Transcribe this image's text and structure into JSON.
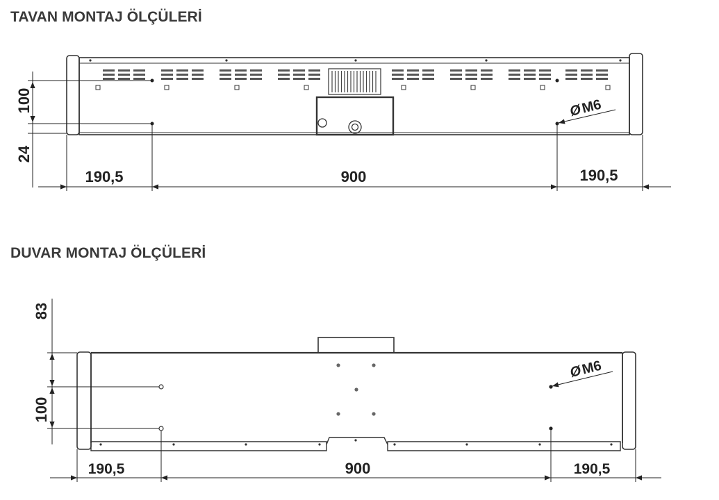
{
  "ceiling": {
    "title": "TAVAN MONTAJ ÖLÇÜLERİ",
    "dim_left": "190,5",
    "dim_center": "900",
    "dim_right": "190,5",
    "dim_vertical_upper": "100",
    "dim_vertical_lower": "24",
    "screw_label": "M6"
  },
  "wall": {
    "title": "DUVAR MONTAJ ÖLÇÜLERİ",
    "dim_left": "190,5",
    "dim_center": "900",
    "dim_right": "190,5",
    "dim_vertical_upper": "83",
    "dim_vertical_lower": "100",
    "screw_label": "M6"
  },
  "symbols": {
    "diameter": "Ø"
  }
}
